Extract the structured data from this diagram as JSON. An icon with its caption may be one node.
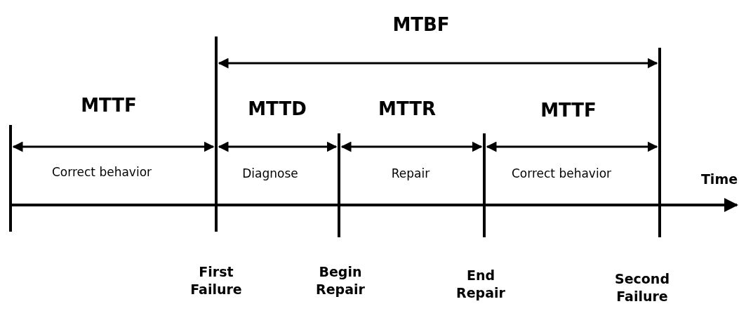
{
  "diagram": {
    "labels": [
      "MTBF",
      "MTTF",
      "MTTD",
      "MTTR",
      "MTTF",
      "Correct behavior",
      "Diagnose",
      "Repair",
      "Correct behavior",
      "Time",
      "First Failure",
      "Begin Repair",
      "End Repair",
      "Second Failure"
    ]
  }
}
